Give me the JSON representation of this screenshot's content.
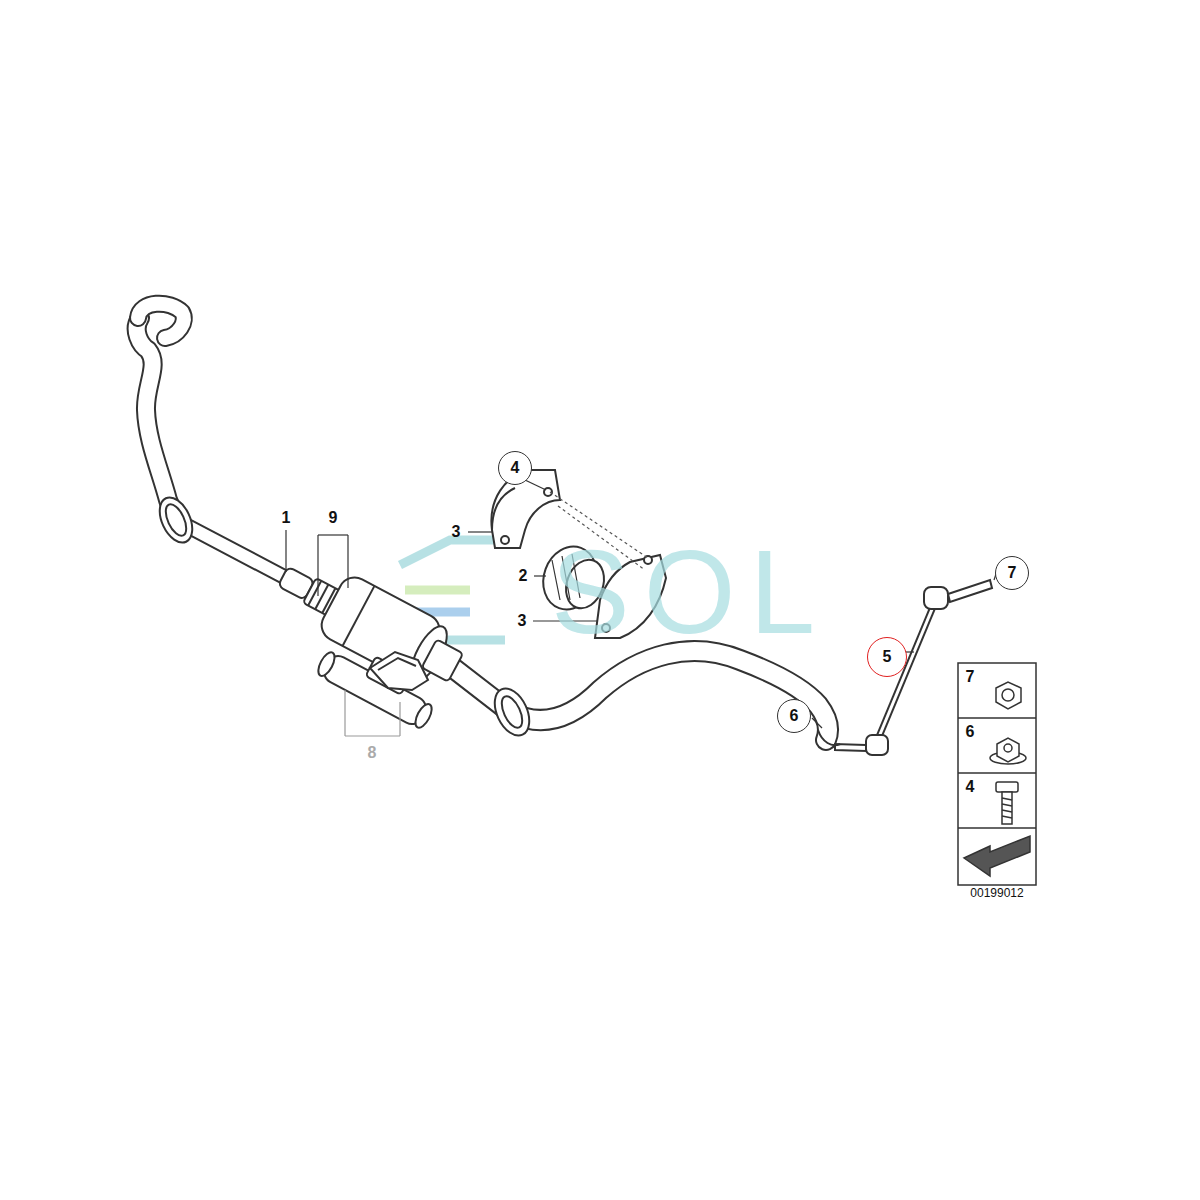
{
  "diagram": {
    "nodes": [
      {
        "text": [
          "4"
        ]
      },
      {
        "text": [
          "7"
        ]
      },
      {
        "text": [
          "5"
        ]
      },
      {
        "text": [
          "6"
        ]
      }
    ],
    "labels": [
      "1",
      "9",
      "3",
      "2",
      "3",
      "8",
      "7",
      "6",
      "4",
      "00199012",
      "SOL"
    ]
  }
}
